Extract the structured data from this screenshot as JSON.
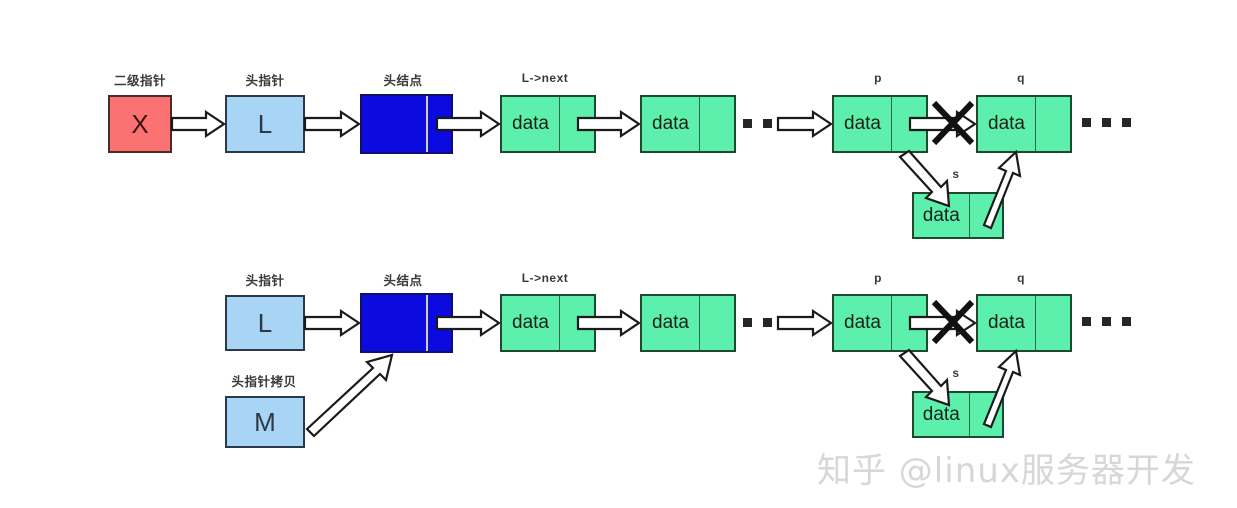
{
  "diagram": {
    "title": "linked-list node insertion diagram",
    "colors": {
      "pointer_box_fill": "#a8d4f5",
      "pointer_box_border": "#2b3a4a",
      "double_pointer_fill": "#fa7272",
      "double_pointer_border": "#4a2a2a",
      "head_node_fill": "#0b0be0",
      "head_node_border": "#10106a",
      "data_node_fill": "#5df0ad",
      "data_node_border": "#1d4a2e",
      "arrow_stroke": "#1a1a1a",
      "label_text": "#3a3a3a",
      "watermark": "#d7d7d7"
    },
    "labels": {
      "double_pointer": "二级指针",
      "head_pointer": "头指针",
      "head_node": "头结点",
      "l_next": "L->next",
      "p": "p",
      "q": "q",
      "s": "s",
      "head_pointer_copy": "头指针拷贝"
    },
    "values": {
      "x_box": "X",
      "l_box": "L",
      "m_box": "M",
      "data": "data"
    },
    "rows": [
      {
        "name": "row-top",
        "labels": [
          "二级指针",
          "头指针",
          "头结点",
          "L->next",
          "p",
          "q"
        ],
        "boxes": [
          "X",
          "L"
        ],
        "nodes": [
          "head",
          "data",
          "data",
          "data",
          "data",
          "s-data"
        ],
        "ellipsis_counts": [
          3,
          3
        ]
      },
      {
        "name": "row-bottom",
        "labels": [
          "头指针",
          "头结点",
          "L->next",
          "p",
          "q",
          "s",
          "头指针拷贝"
        ],
        "boxes": [
          "L",
          "M"
        ],
        "nodes": [
          "head",
          "data",
          "data",
          "data",
          "data",
          "s-data"
        ],
        "ellipsis_counts": [
          3,
          3
        ]
      }
    ]
  },
  "watermark": {
    "text": "知乎 @linux服务器开发"
  }
}
